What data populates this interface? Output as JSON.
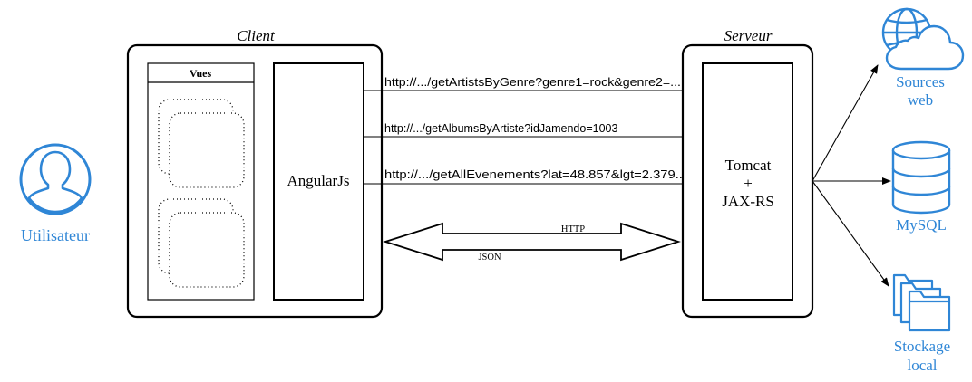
{
  "user": {
    "label": "Utilisateur"
  },
  "client": {
    "title": "Client",
    "vues_label": "Vues",
    "framework": "AngularJs"
  },
  "server": {
    "title": "Serveur",
    "line1": "Tomcat",
    "line2": "+",
    "line3": "JAX-RS"
  },
  "requests": [
    "http://.../getArtistsByGenre?genre1=rock&genre2=...",
    "http://.../getAlbumsByArtiste?idJamendo=1003",
    "http://.../getAllEvenements?lat=48.857&lgt=2.379..."
  ],
  "transport": {
    "protocol": "HTTP",
    "format": "JSON"
  },
  "resources": {
    "web_line1": "Sources",
    "web_line2": "web",
    "mysql": "MySQL",
    "local_line1": "Stockage",
    "local_line2": "local"
  },
  "colors": {
    "accent": "#2f86d6",
    "stroke": "#000000"
  }
}
